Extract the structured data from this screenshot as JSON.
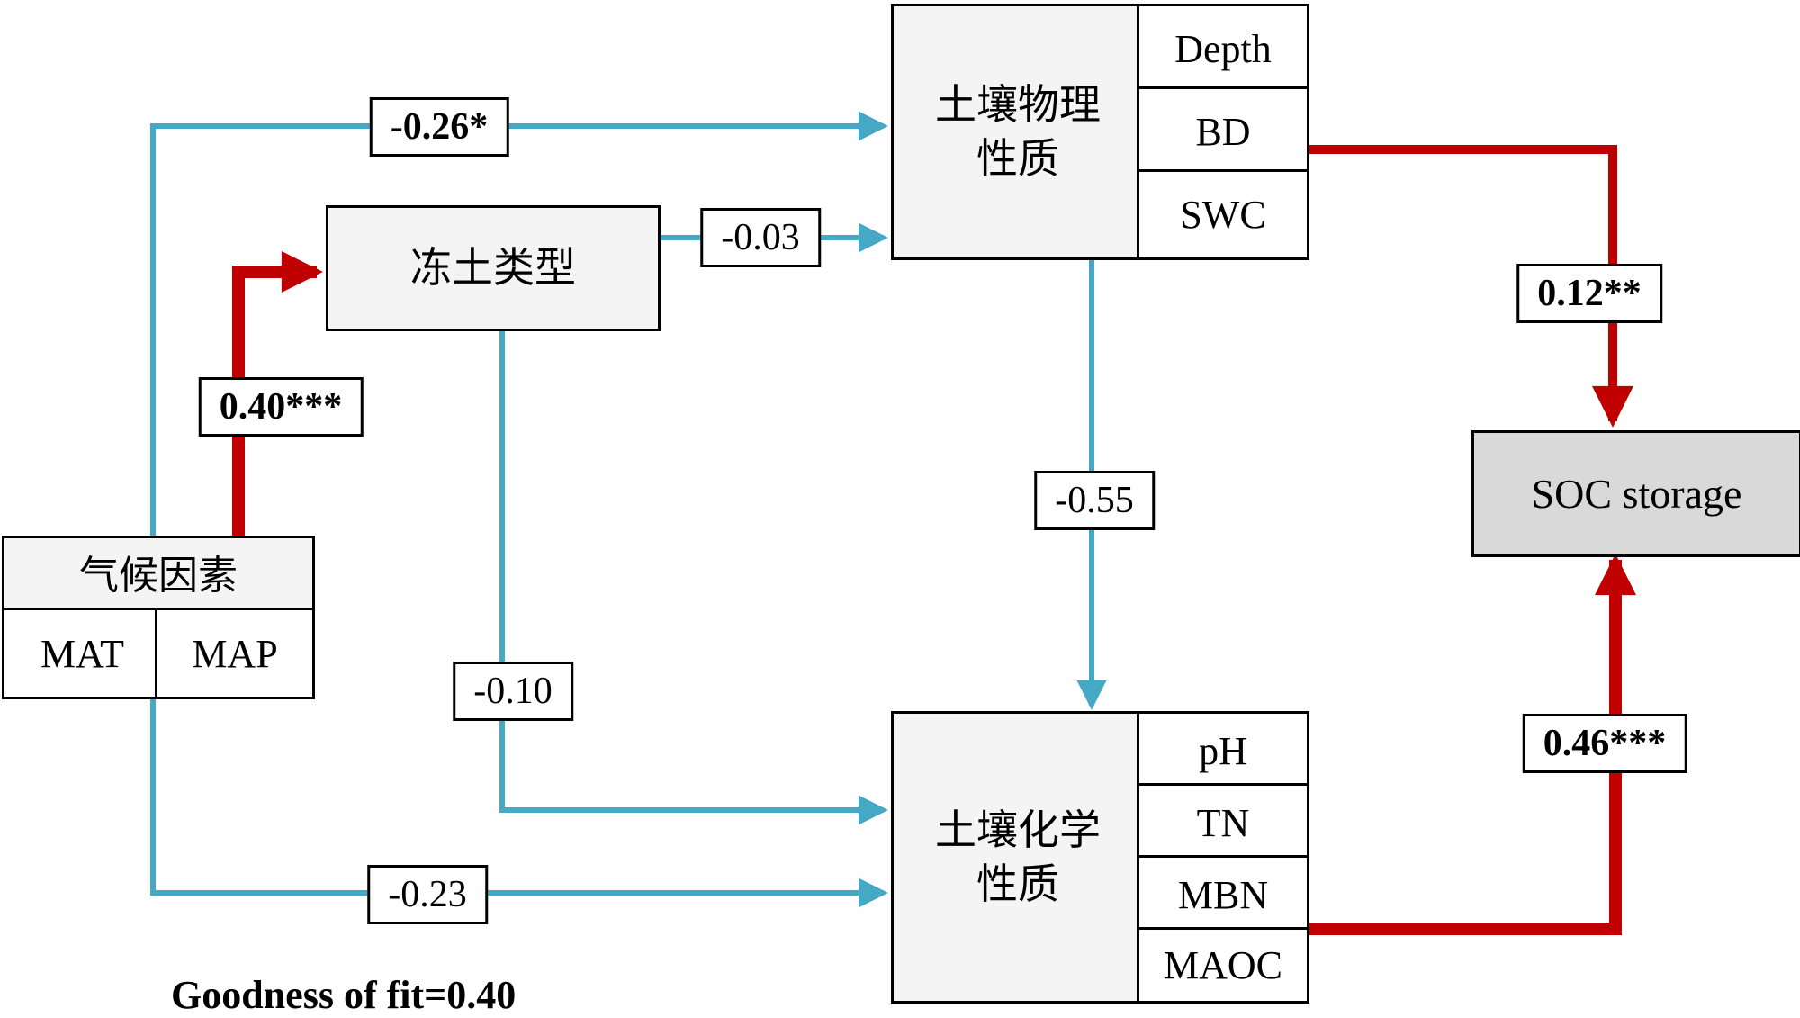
{
  "colors": {
    "arrow_blue": "#45A8C5",
    "arrow_red": "#C00000",
    "node_fill": "#F4F4F4",
    "soc_fill": "#D9D9D9",
    "border": "#000000",
    "label_bg": "#FFFFFF"
  },
  "nodes": {
    "climate": {
      "title": "气候因素",
      "vars": [
        "MAT",
        "MAP"
      ]
    },
    "frozen_soil": {
      "title": "冻土类型"
    },
    "soil_physical": {
      "title_line1": "土壤物理",
      "title_line2": "性质",
      "vars": [
        "Depth",
        "BD",
        "SWC"
      ]
    },
    "soil_chemical": {
      "title_line1": "土壤化学",
      "title_line2": "性质",
      "vars": [
        "pH",
        "TN",
        "MBN",
        "MAOC"
      ]
    },
    "soc_storage": {
      "title": "SOC storage"
    }
  },
  "edges": {
    "climate_to_soil_physical": "-0.26*",
    "climate_to_frozen_soil": "0.40***",
    "frozen_soil_to_soil_physical": "-0.03",
    "soil_physical_to_soil_chemical": "-0.55",
    "frozen_soil_to_soil_chemical": "-0.10",
    "climate_to_soil_chemical": "-0.23",
    "soil_physical_to_soc": "0.12**",
    "soil_chemical_to_soc": "0.46***"
  },
  "footer": {
    "goodness_of_fit": "Goodness of fit=0.40"
  }
}
